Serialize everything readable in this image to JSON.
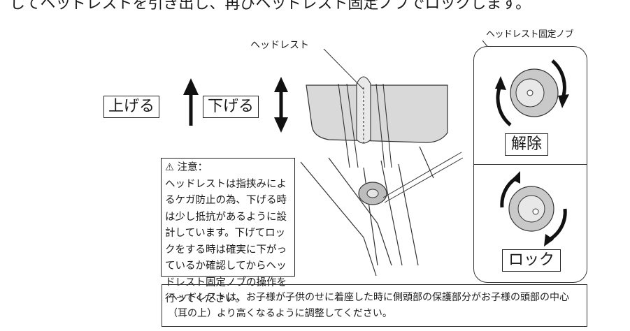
{
  "top_text": "してヘッドレストを引き出し、再びヘッドレスト固定ノブでロックします。",
  "labels": {
    "raise": "上げる",
    "lower": "下げる",
    "headrest": "ヘッドレスト",
    "knob": "ヘッドレスト固定ノブ",
    "release": "解除",
    "lock": "ロック"
  },
  "caution": {
    "heading": "⚠ 注意：",
    "body": "ヘッドレストは指挟みによるケガ防止の為、下げる時は少し抵抗があるように設計しています。下げてロックをする時は確実に下がっているか確認してからヘッドレスト固定ノブの操作を行ってください。"
  },
  "note": "ヘッドレストは、お子様が子供のせに着座した時に側頭部の保護部分がお子様の頭部の中心（耳の上）より高くなるように調整してください。",
  "icons": [
    "up-arrow-icon",
    "up-down-arrow-icon",
    "rotate-arrow-icon"
  ]
}
